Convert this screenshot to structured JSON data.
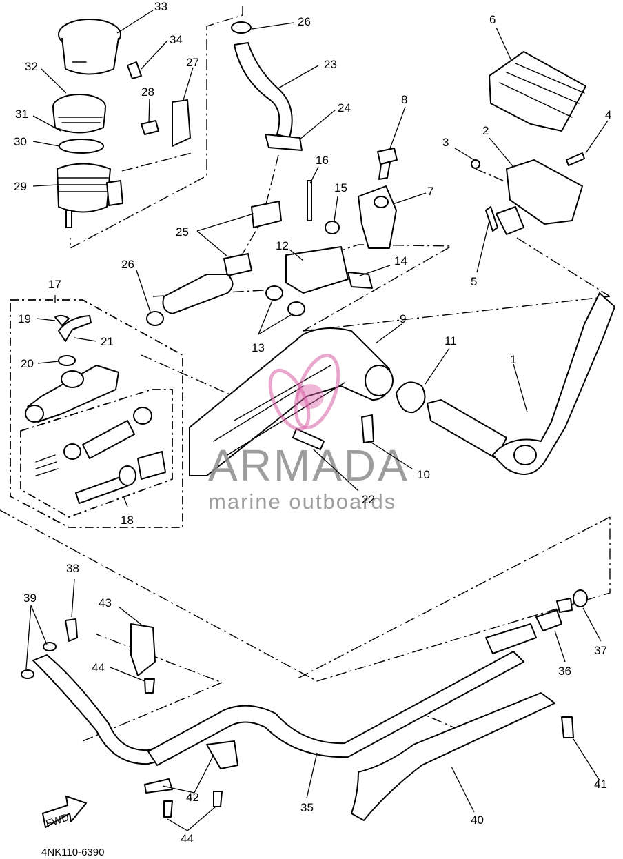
{
  "diagram": {
    "part_code": "4NK110-6390",
    "watermark": {
      "brand": "ARMADA",
      "tagline": "marine outboards"
    },
    "fwd_arrow_label": "FWD",
    "callouts": {
      "c1": "1",
      "c2": "2",
      "c3": "3",
      "c4": "4",
      "c5": "5",
      "c6": "6",
      "c7": "7",
      "c8": "8",
      "c9": "9",
      "c10": "10",
      "c11": "11",
      "c12": "12",
      "c13": "13",
      "c14": "14",
      "c15": "15",
      "c16": "16",
      "c17": "17",
      "c18": "18",
      "c19": "19",
      "c20": "20",
      "c21": "21",
      "c22": "22",
      "c23": "23",
      "c24": "24",
      "c25": "25",
      "c26a": "26",
      "c26b": "26",
      "c27": "27",
      "c28": "28",
      "c29": "29",
      "c30": "30",
      "c31": "31",
      "c32": "32",
      "c33": "33",
      "c34": "34",
      "c35": "35",
      "c36": "36",
      "c37": "37",
      "c38": "38",
      "c39": "39",
      "c40": "40",
      "c41": "41",
      "c42": "42",
      "c43": "43",
      "c44a": "44",
      "c44b": "44"
    },
    "colors": {
      "line": "#000000",
      "watermark_text": "#8c8c8c",
      "watermark_logo": "#d95fa6"
    }
  }
}
